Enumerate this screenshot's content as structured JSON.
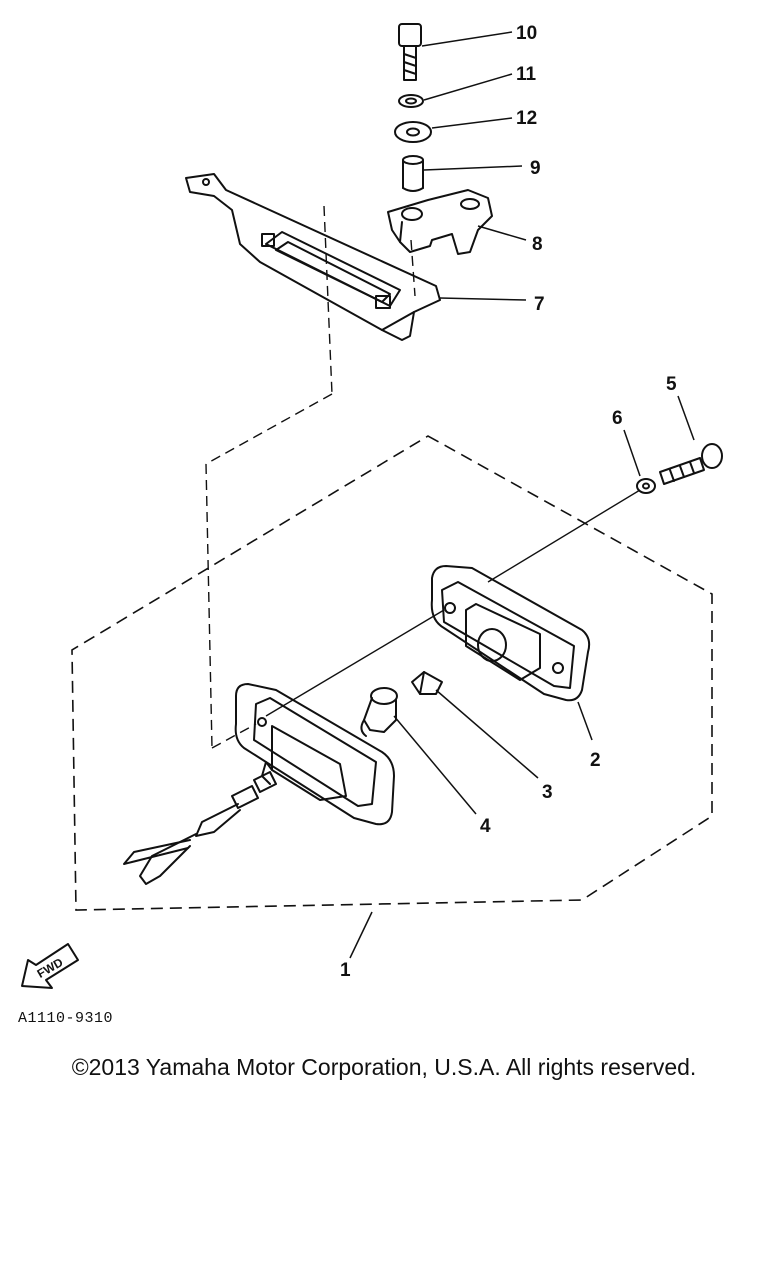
{
  "diagram": {
    "callouts": [
      "10",
      "11",
      "12",
      "9",
      "8",
      "7",
      "5",
      "6",
      "2",
      "3",
      "4",
      "1"
    ],
    "fwd_label": "FWD",
    "drawing_code": "A1110-9310"
  },
  "footer": {
    "copyright": "©2013 Yamaha Motor Corporation, U.S.A. All rights reserved."
  }
}
